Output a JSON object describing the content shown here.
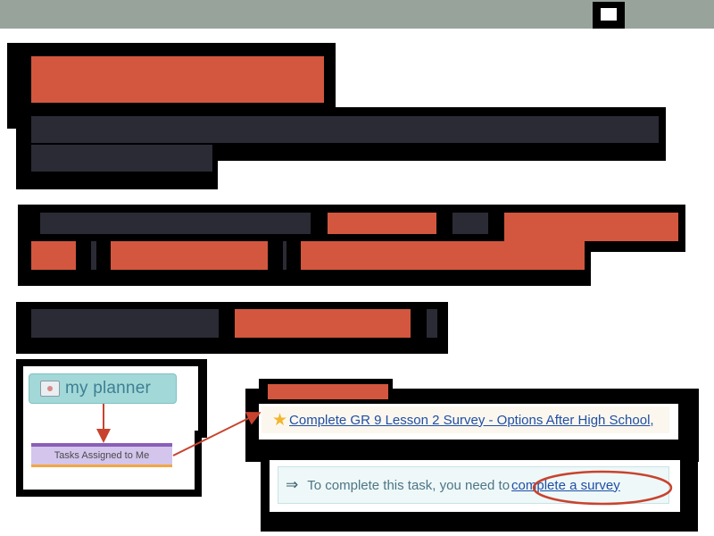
{
  "planner": {
    "label": "my planner",
    "tasks_label": "Tasks Assigned to Me"
  },
  "task": {
    "link_text": "Complete GR 9 Lesson 2 Survey - Options After High School,",
    "instruction_text": "To complete this task, you need to",
    "action_link": "complete a survey"
  },
  "icons": {
    "planner": "calendar-icon",
    "star": "star-icon",
    "arrow": "right-arrow-icon"
  },
  "colors": {
    "redaction_red": "#d2573e",
    "redaction_dark": "#2b2b35",
    "topbar": "#98a39c",
    "link": "#1f4fa6",
    "highlight_ellipse": "#c8432e"
  }
}
